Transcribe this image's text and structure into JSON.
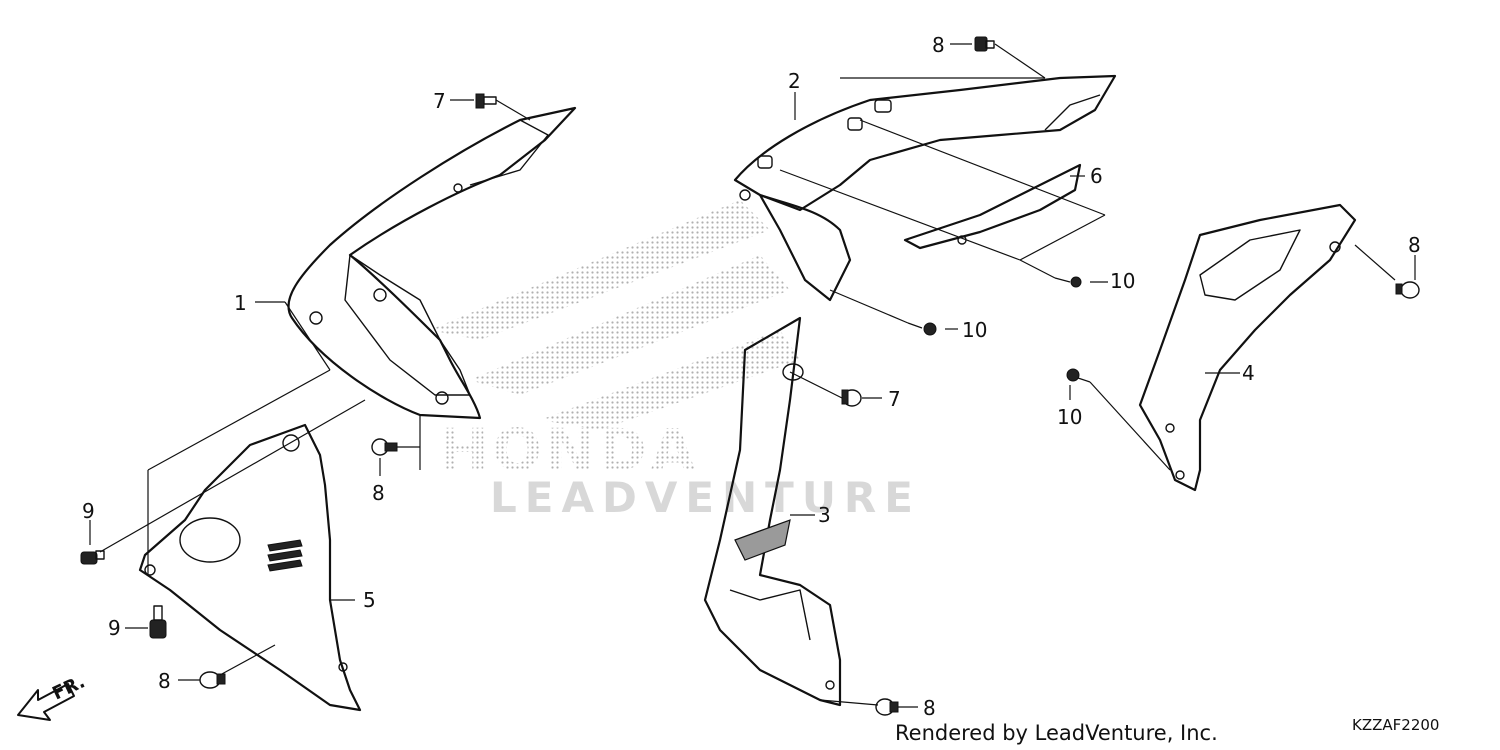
{
  "diagram_code": "KZZAF2200",
  "watermark": {
    "brand": "HONDA",
    "dealer": "LEADVENTURE"
  },
  "footer": {
    "rendered_by": "Rendered by LeadVenture, Inc."
  },
  "front_indicator": "FR.",
  "callouts": {
    "part_1": "1",
    "part_2": "2",
    "part_3": "3",
    "part_4": "4",
    "part_5": "5",
    "part_6": "6",
    "screw_7_top": "7",
    "screw_7_mid": "7",
    "bolt_8_top": "8",
    "bolt_8_right": "8",
    "bolt_8_center": "8",
    "bolt_8_bottom_left": "8",
    "bolt_8_bottom_mid": "8",
    "clip_9_upper": "9",
    "clip_9_lower": "9",
    "screw_10_a": "10",
    "screw_10_b": "10",
    "screw_10_c": "10"
  },
  "colors": {
    "line": "#111111",
    "watermark": "#d8d8d8",
    "dot_pattern": "#b0b0b0"
  }
}
